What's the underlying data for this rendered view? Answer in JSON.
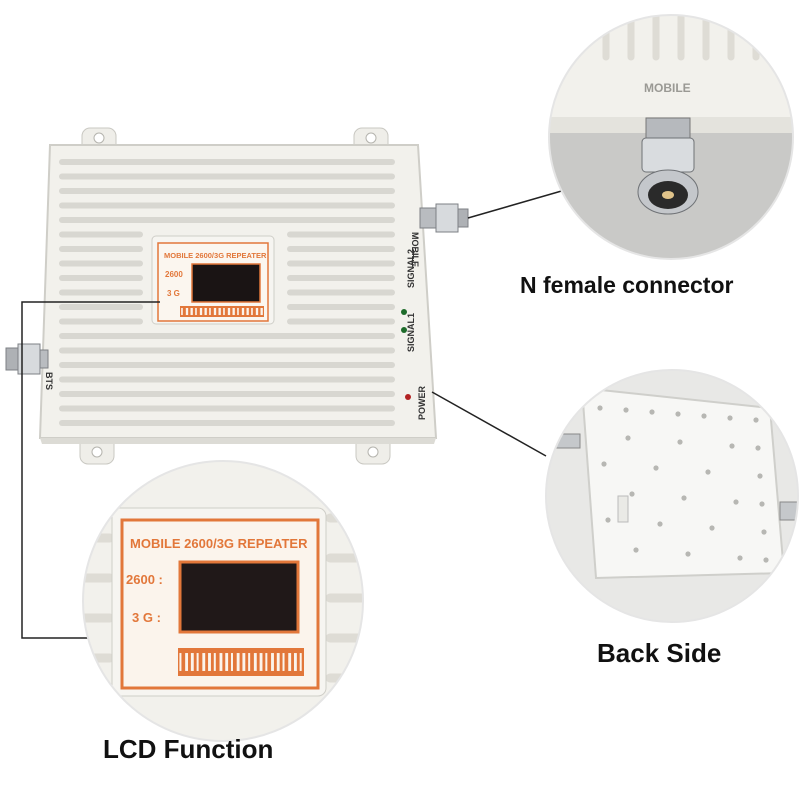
{
  "device": {
    "lcd_title": "MOBILE 2600/3G REPEATER",
    "lcd_band1": "2600",
    "lcd_band2": "3 G",
    "port_mobile": "MOBILE",
    "port_bts": "BTS",
    "led_signal2": "SIGNAL2",
    "led_signal1": "SIGNAL1",
    "led_power": "POWER"
  },
  "zoom_lcd": {
    "title": "MOBILE 2600/3G REPEATER",
    "band1": "2600 :",
    "band2": "3 G :"
  },
  "zoom_connector": {
    "label": "MOBILE"
  },
  "captions": {
    "connector": "N female connector",
    "back": "Back Side",
    "lcd": "LCD Function"
  },
  "colors": {
    "device_body": "#f2f1ec",
    "lcd_frame": "#e2773a",
    "led_green": "#1d6b2a",
    "led_red": "#b22222"
  }
}
